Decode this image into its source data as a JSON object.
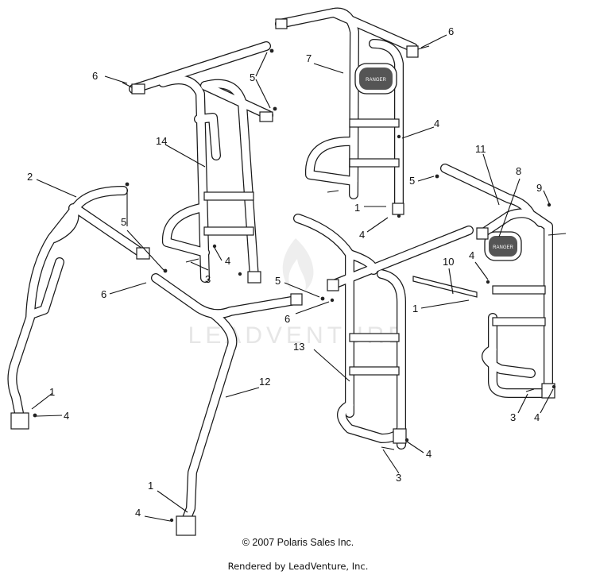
{
  "diagram": {
    "callouts": {
      "c1a": "1",
      "c1b": "1",
      "c1c": "1",
      "c1d": "1",
      "c2": "2",
      "c3a": "3",
      "c3b": "3",
      "c3c": "3",
      "c4a": "4",
      "c4b": "4",
      "c4c": "4",
      "c4d": "4",
      "c4e": "4",
      "c4f": "4",
      "c4g": "4",
      "c4h": "4",
      "c5a": "5",
      "c5b": "5",
      "c5c": "5",
      "c5d": "5",
      "c6a": "6",
      "c6b": "6",
      "c6c": "6",
      "c6d": "6",
      "c7": "7",
      "c8": "8",
      "c9": "9",
      "c10": "10",
      "c11": "11",
      "c12": "12",
      "c13": "13",
      "c14": "14"
    },
    "watermark": "LEADVENTURE",
    "copyright": "© 2007 Polaris Sales Inc.",
    "rendered_by": "Rendered by LeadVenture, Inc."
  }
}
